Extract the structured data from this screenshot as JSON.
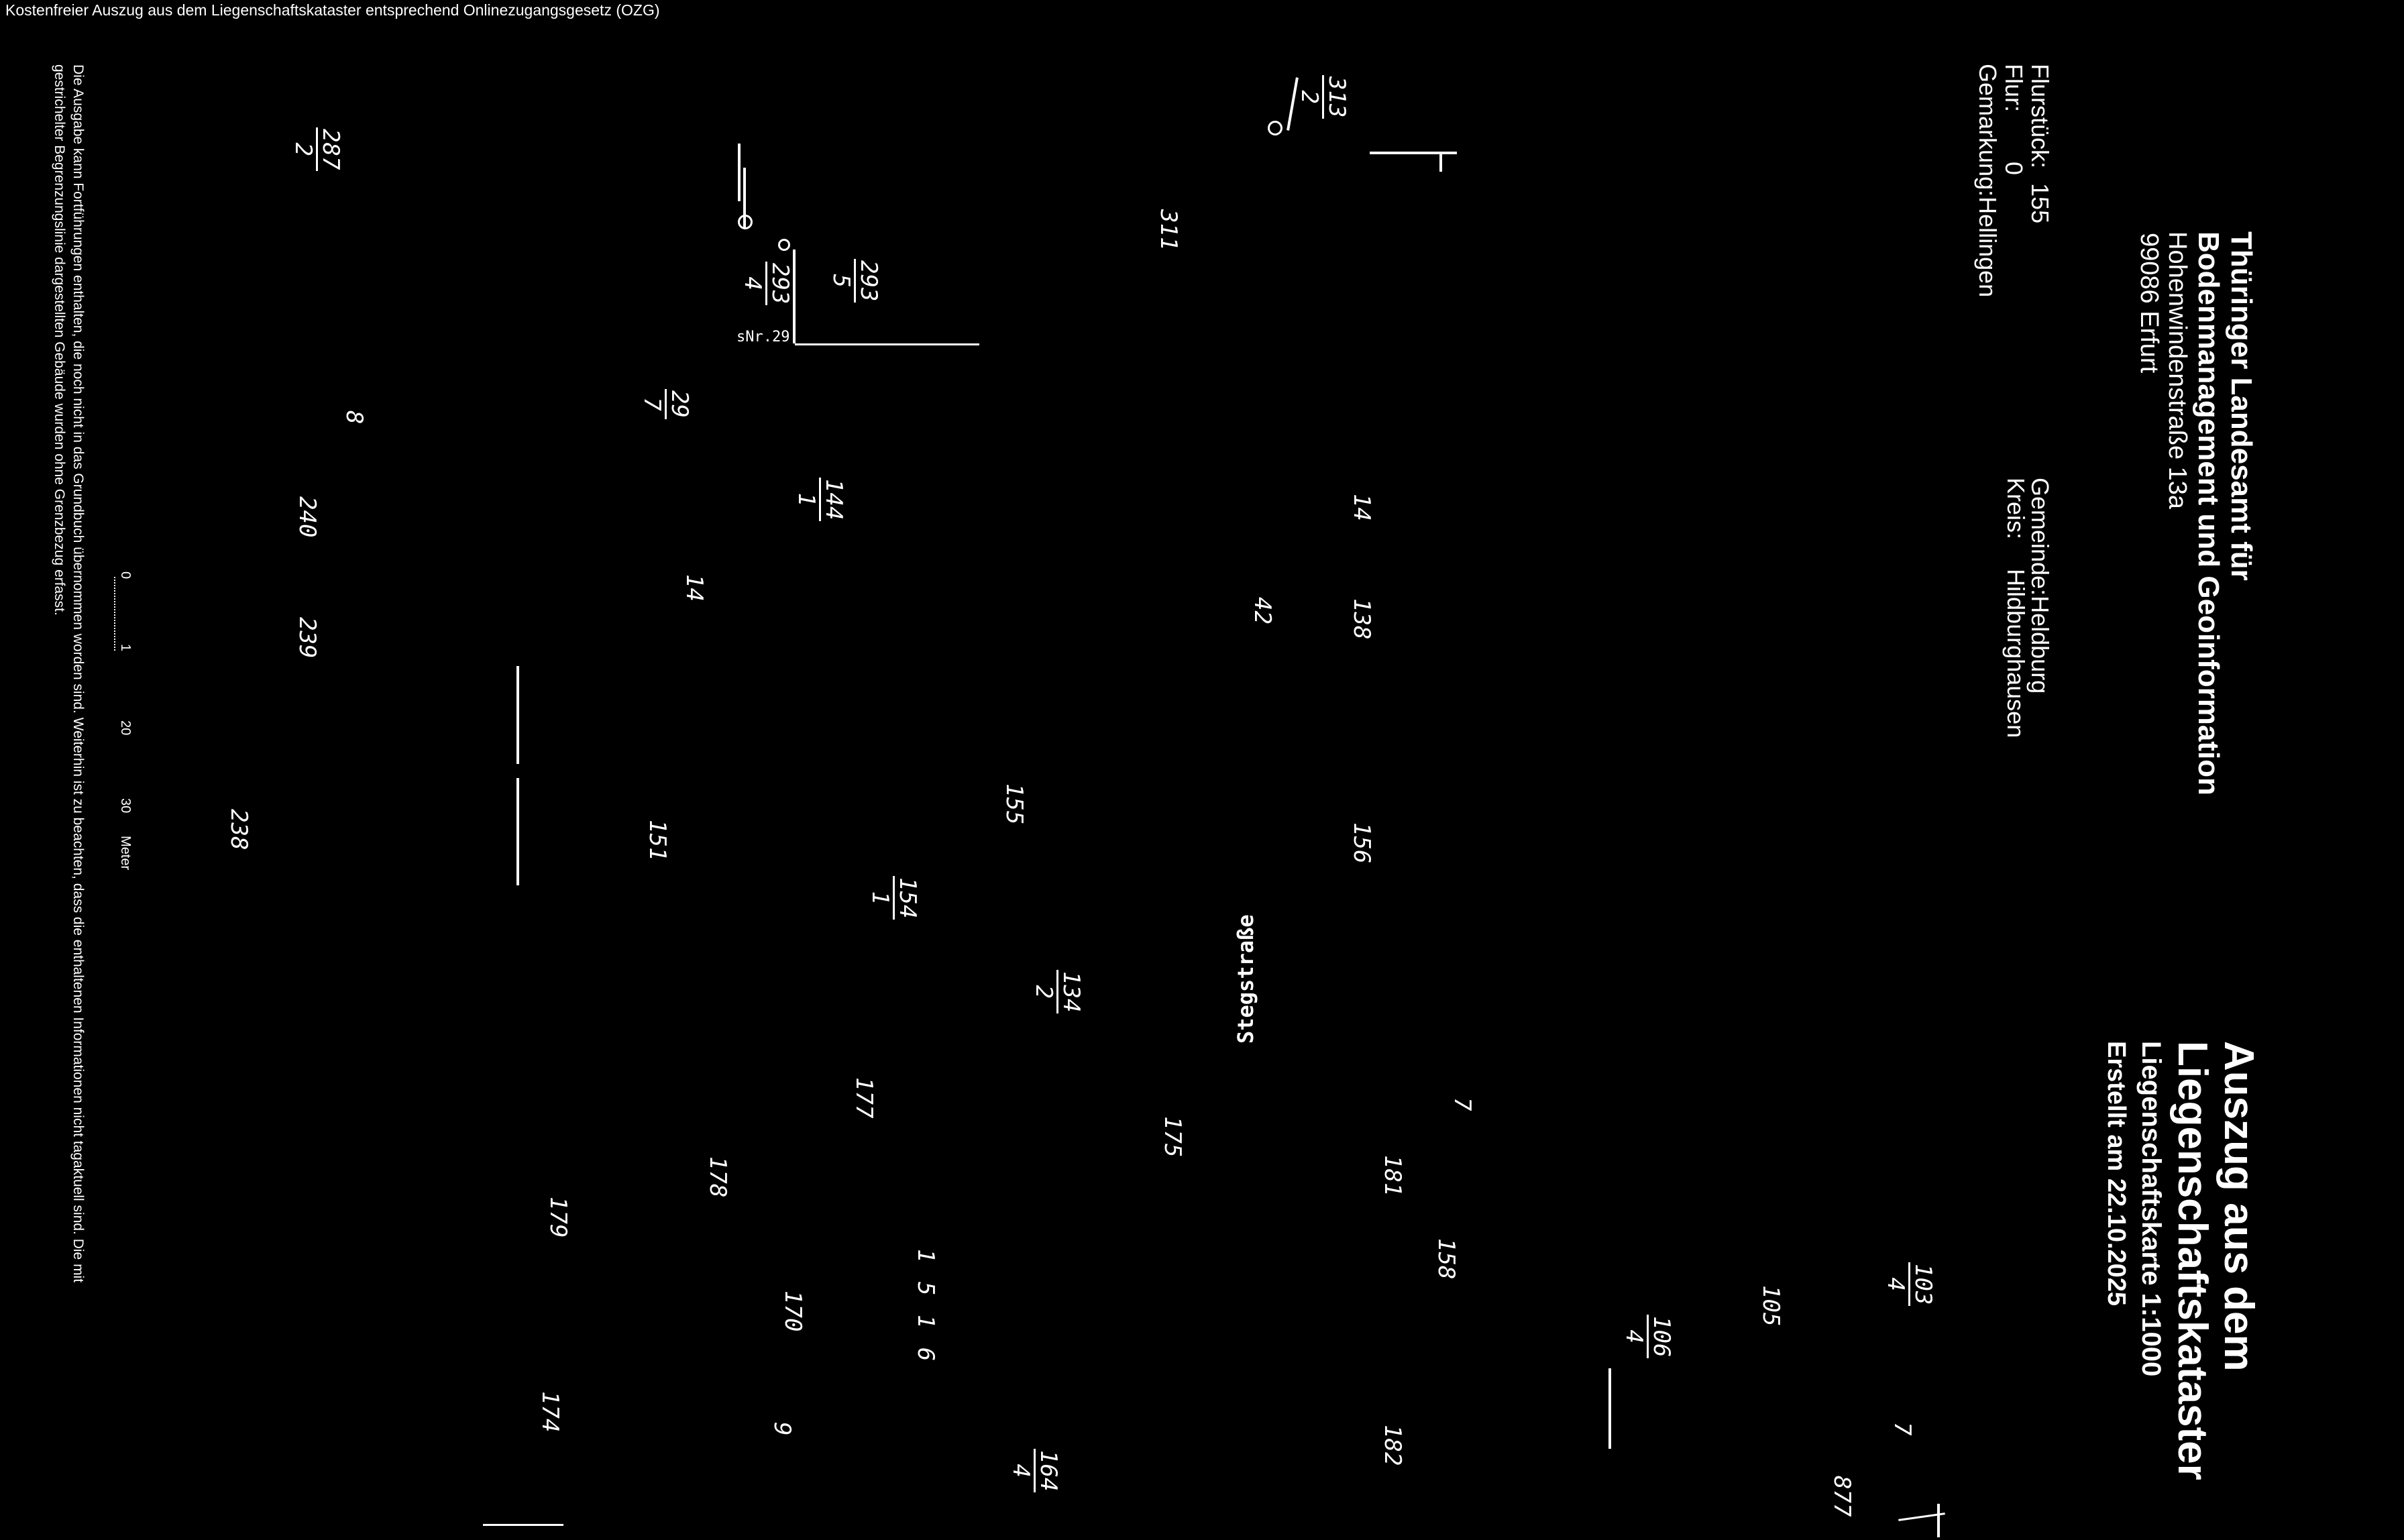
{
  "header": {
    "notice": "Kostenfreier Auszug aus dem Liegenschaftskataster entsprechend Onlinezugangsgesetz (OZG)"
  },
  "authority": {
    "line1": "Thüringer Landesamt für",
    "line2": "Bodenmanagement und Geoinformation",
    "street": "Hohenwindenstraße 13a",
    "city": "99086 Erfurt"
  },
  "document": {
    "title_line1": "Auszug aus dem",
    "title_line2": "Liegenschaftskataster",
    "subtitle": "Liegenschaftskarte 1:1000",
    "created": "Erstellt am 22.10.2025"
  },
  "parcel": {
    "flurstueck_label": "Flurstück:",
    "flurstueck_value": "155",
    "flur_label": "Flur:",
    "flur_value": "0",
    "gemarkung_label": "Gemarkung:",
    "gemarkung_value": "Hellingen",
    "gemeinde_label": "Gemeinde:",
    "gemeinde_value": "Heldburg",
    "kreis_label": "Kreis:",
    "kreis_value": "Hildburghausen"
  },
  "map_labels": {
    "l311": "311",
    "l8": "8",
    "l240": "240",
    "l239": "239",
    "l238": "238",
    "l151": "151",
    "l14a": "14",
    "l14b": "14",
    "l138": "138",
    "l42": "42",
    "l155": "155",
    "l156": "156",
    "l177": "177",
    "l175": "175",
    "l178": "178",
    "l179": "179",
    "l181": "181",
    "l7a": "7",
    "l158": "158",
    "l105": "105",
    "l1516": "1 5 1 6",
    "l170": "170",
    "l9": "9",
    "l174": "174",
    "l182": "182",
    "l7b": "7",
    "l877": "877",
    "hausnr": "sNr.29",
    "street": "Stegstraße"
  },
  "fractions": {
    "f313": {
      "top": "313",
      "bottom": "2"
    },
    "f287": {
      "top": "287",
      "bottom": "2"
    },
    "f293a": {
      "top": "293",
      "bottom": "5"
    },
    "f293b": {
      "top": "293",
      "bottom": "4"
    },
    "f29": {
      "top": "29",
      "bottom": "7"
    },
    "f144": {
      "top": "144",
      "bottom": "1"
    },
    "f154": {
      "top": "154",
      "bottom": "1"
    },
    "f134": {
      "top": "134",
      "bottom": "2"
    },
    "f103": {
      "top": "103",
      "bottom": "4"
    },
    "f106": {
      "top": "106",
      "bottom": "4"
    },
    "f164": {
      "top": "164",
      "bottom": "4"
    }
  },
  "scale_bar": {
    "t0": "0",
    "t1": "1",
    "t20": "20",
    "t30": "30",
    "unit": "Meter"
  },
  "footnote": {
    "line1": "Die Ausgabe kann Fortführungen enthalten, die noch nicht in das Grundbuch übernommen worden sind. Weiterhin ist zu beachten, dass die enthaltenen Informationen nicht tagaktuell sind. Die mit",
    "line2": "gestrichelter Begrenzungslinie dargestellten Gebäude wurden ohne Grenzbezug erfasst."
  }
}
